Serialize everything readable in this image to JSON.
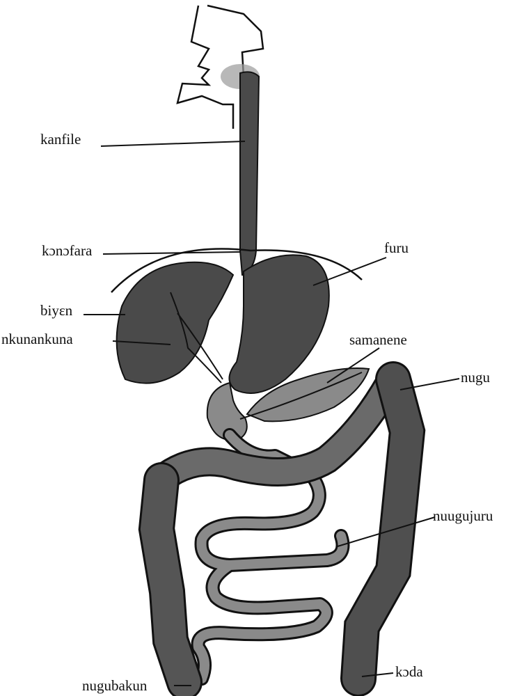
{
  "labels": {
    "kanfile": "kanfile",
    "konofara": "kɔnɔfara",
    "furu": "furu",
    "biyen": "biyɛn",
    "nkunankuna": "nkunankuna",
    "samanene": "samanene",
    "nugu": "nugu",
    "nuugujuru": "nuugujuru",
    "koda": "kɔda",
    "nugubakun": "nugubakun"
  },
  "colors": {
    "organ_dark": "#4a4a4a",
    "organ_mid": "#7a7a7a",
    "line": "#111111"
  }
}
